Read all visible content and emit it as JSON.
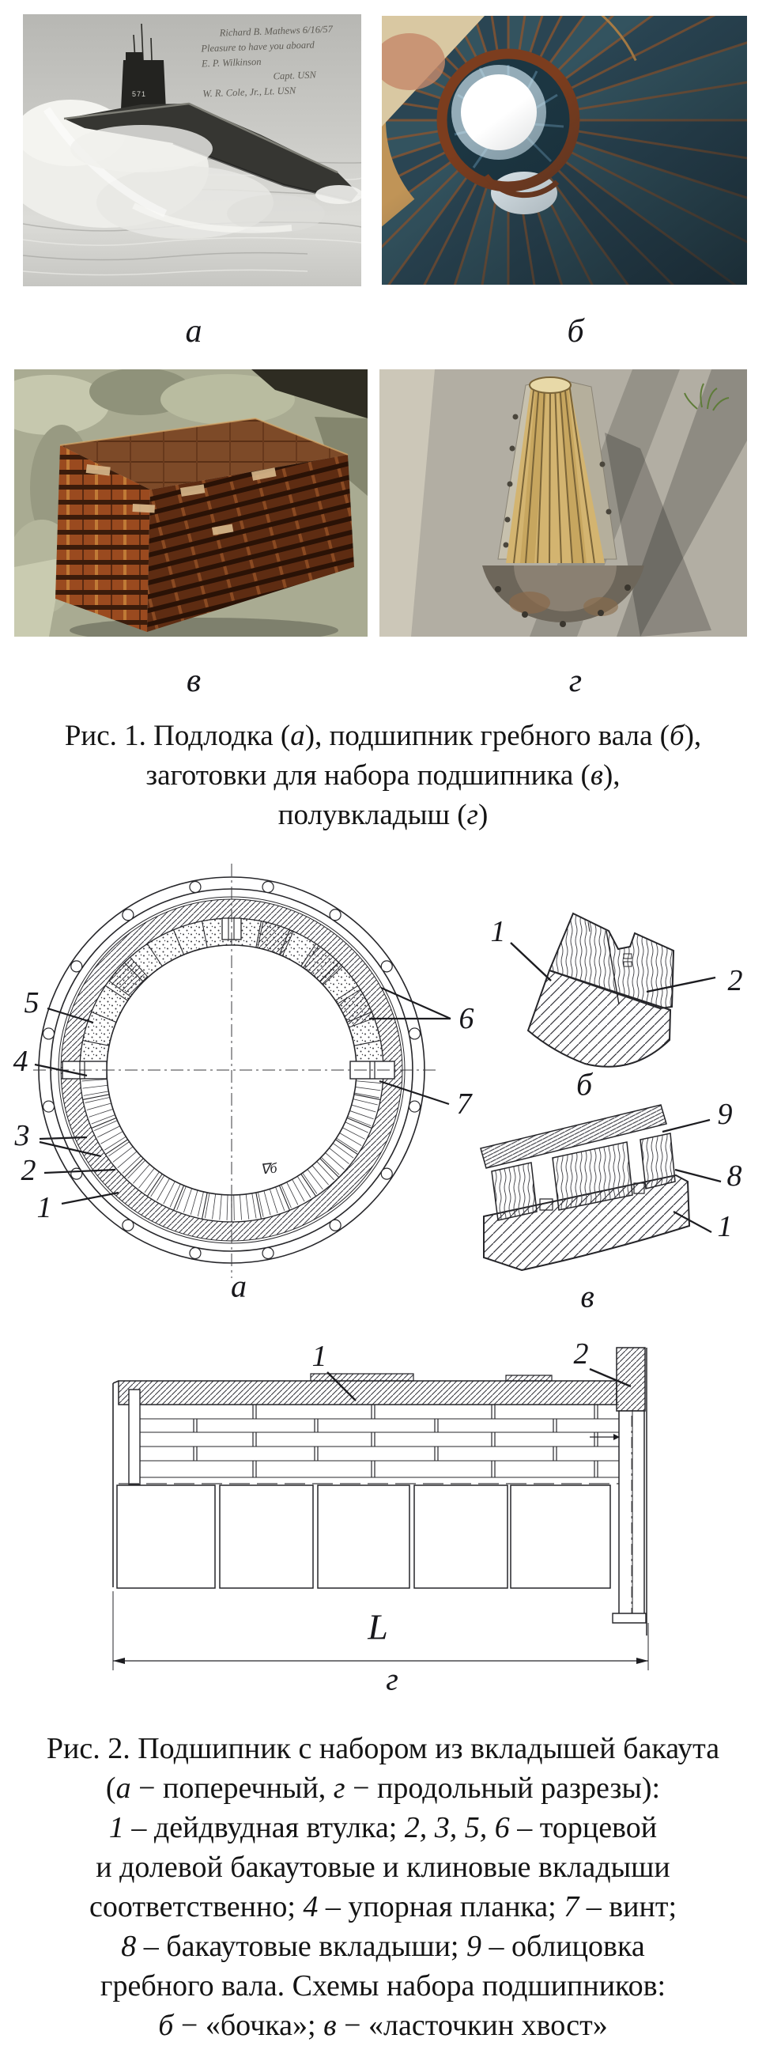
{
  "page": {
    "type": "scanned paper figures page",
    "paper_color": "#ffffff",
    "ink_color": "#141414"
  },
  "f1": {
    "photo_labels": [
      "а",
      "б",
      "в",
      "г"
    ],
    "hull_number": "571",
    "handwriting": [
      "Richard B. Mathews  6/16/57",
      "Pleasure to have you aboard",
      "E. P. Wilkinson",
      "Capt. USN",
      "W. R. Cole, Jr., Lt. USN"
    ],
    "caption": [
      [
        {
          "t": "Рис. 1. Подлодка ("
        },
        {
          "t": "а",
          "i": true
        },
        {
          "t": "), подшипник гребного вала ("
        },
        {
          "t": "б",
          "i": true
        },
        {
          "t": "),"
        }
      ],
      [
        {
          "t": "заготовки для набора подшипника ("
        },
        {
          "t": "в",
          "i": true
        },
        {
          "t": "),"
        }
      ],
      [
        {
          "t": "полувкладыш ("
        },
        {
          "t": "г",
          "i": true
        },
        {
          "t": ")"
        }
      ]
    ]
  },
  "f2": {
    "nums": {
      "n1": "1",
      "n2": "2",
      "n3": "3",
      "n4": "4",
      "n5": "5",
      "n6": "6",
      "n7": "7",
      "n8": "8",
      "n9": "9"
    },
    "sections": {
      "a": "а",
      "b": "б",
      "v": "в",
      "g": "г"
    },
    "dim": "L",
    "mark": "∇б",
    "caption": [
      [
        {
          "t": "Рис. 2. Подшипник с набором из вкладышей бакаута"
        }
      ],
      [
        {
          "t": "("
        },
        {
          "t": "а",
          "i": true
        },
        {
          "t": " − поперечный, "
        },
        {
          "t": "г",
          "i": true
        },
        {
          "t": " − продольный разрезы):"
        }
      ],
      [
        {
          "t": "1",
          "i": true
        },
        {
          "t": " – дейдвудная втулка; "
        },
        {
          "t": "2, 3, 5, 6",
          "i": true
        },
        {
          "t": " – торцевой"
        }
      ],
      [
        {
          "t": "и долевой бакаутовые и клиновые вкладыши"
        }
      ],
      [
        {
          "t": "соответственно; "
        },
        {
          "t": "4",
          "i": true
        },
        {
          "t": " – упорная планка; "
        },
        {
          "t": "7",
          "i": true
        },
        {
          "t": " – винт;"
        }
      ],
      [
        {
          "t": "8",
          "i": true
        },
        {
          "t": " – бакаутовые вкладыши; "
        },
        {
          "t": "9",
          "i": true
        },
        {
          "t": " – облицовка"
        }
      ],
      [
        {
          "t": "гребного вала. Схемы набора подшипников:"
        }
      ],
      [
        {
          "t": "б",
          "i": true
        },
        {
          "t": " − «бочка»; "
        },
        {
          "t": "в",
          "i": true
        },
        {
          "t": " − «ласточкин хвост»"
        }
      ]
    ]
  }
}
